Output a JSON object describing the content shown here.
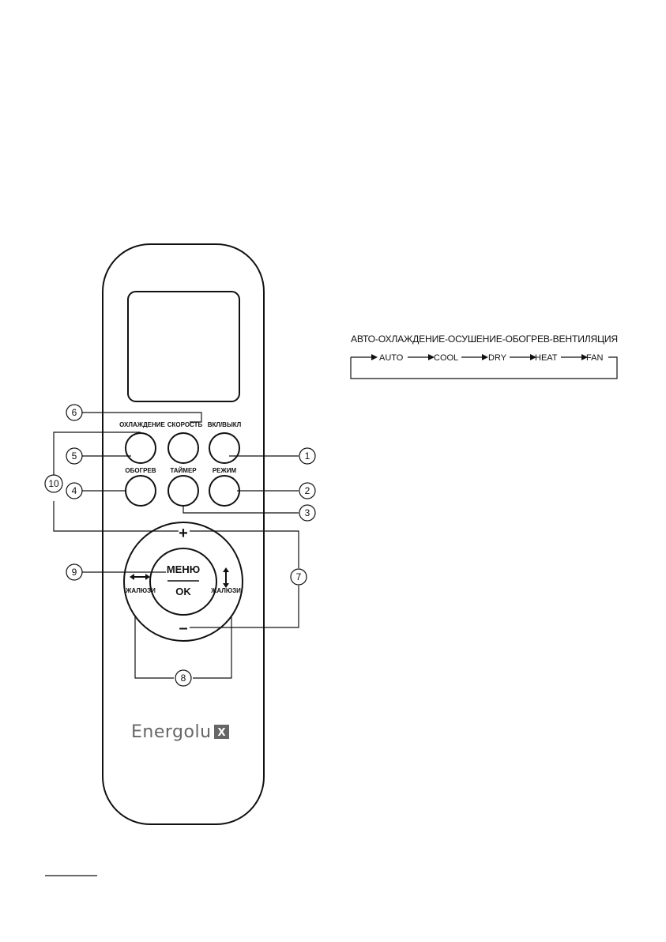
{
  "remote": {
    "buttons": {
      "cooling": "ОХЛАЖДЕНИЕ",
      "speed": "СКОРОСТЬ",
      "power": "ВКЛ/ВЫКЛ",
      "heating": "ОБОГРЕВ",
      "timer": "ТАЙМЕР",
      "mode": "РЕЖИМ"
    },
    "dial": {
      "plus": "+",
      "minus": "–",
      "menu": "МЕНЮ",
      "ok": "OK",
      "louver_left": "ЖАЛЮЗИ",
      "louver_right": "ЖАЛЮЗИ"
    },
    "logo": {
      "text": "Energolu",
      "mark": "X"
    }
  },
  "callouts": [
    "1",
    "2",
    "3",
    "4",
    "5",
    "6",
    "7",
    "8",
    "9",
    "10"
  ],
  "mode_sequence": {
    "title": "АВТО-ОХЛАЖДЕНИЕ-ОСУШЕНИЕ-ОБОГРЕВ-ВЕНТИЛЯЦИЯ",
    "steps": [
      "AUTO",
      "COOL",
      "DRY",
      "HEAT",
      "FAN"
    ]
  }
}
